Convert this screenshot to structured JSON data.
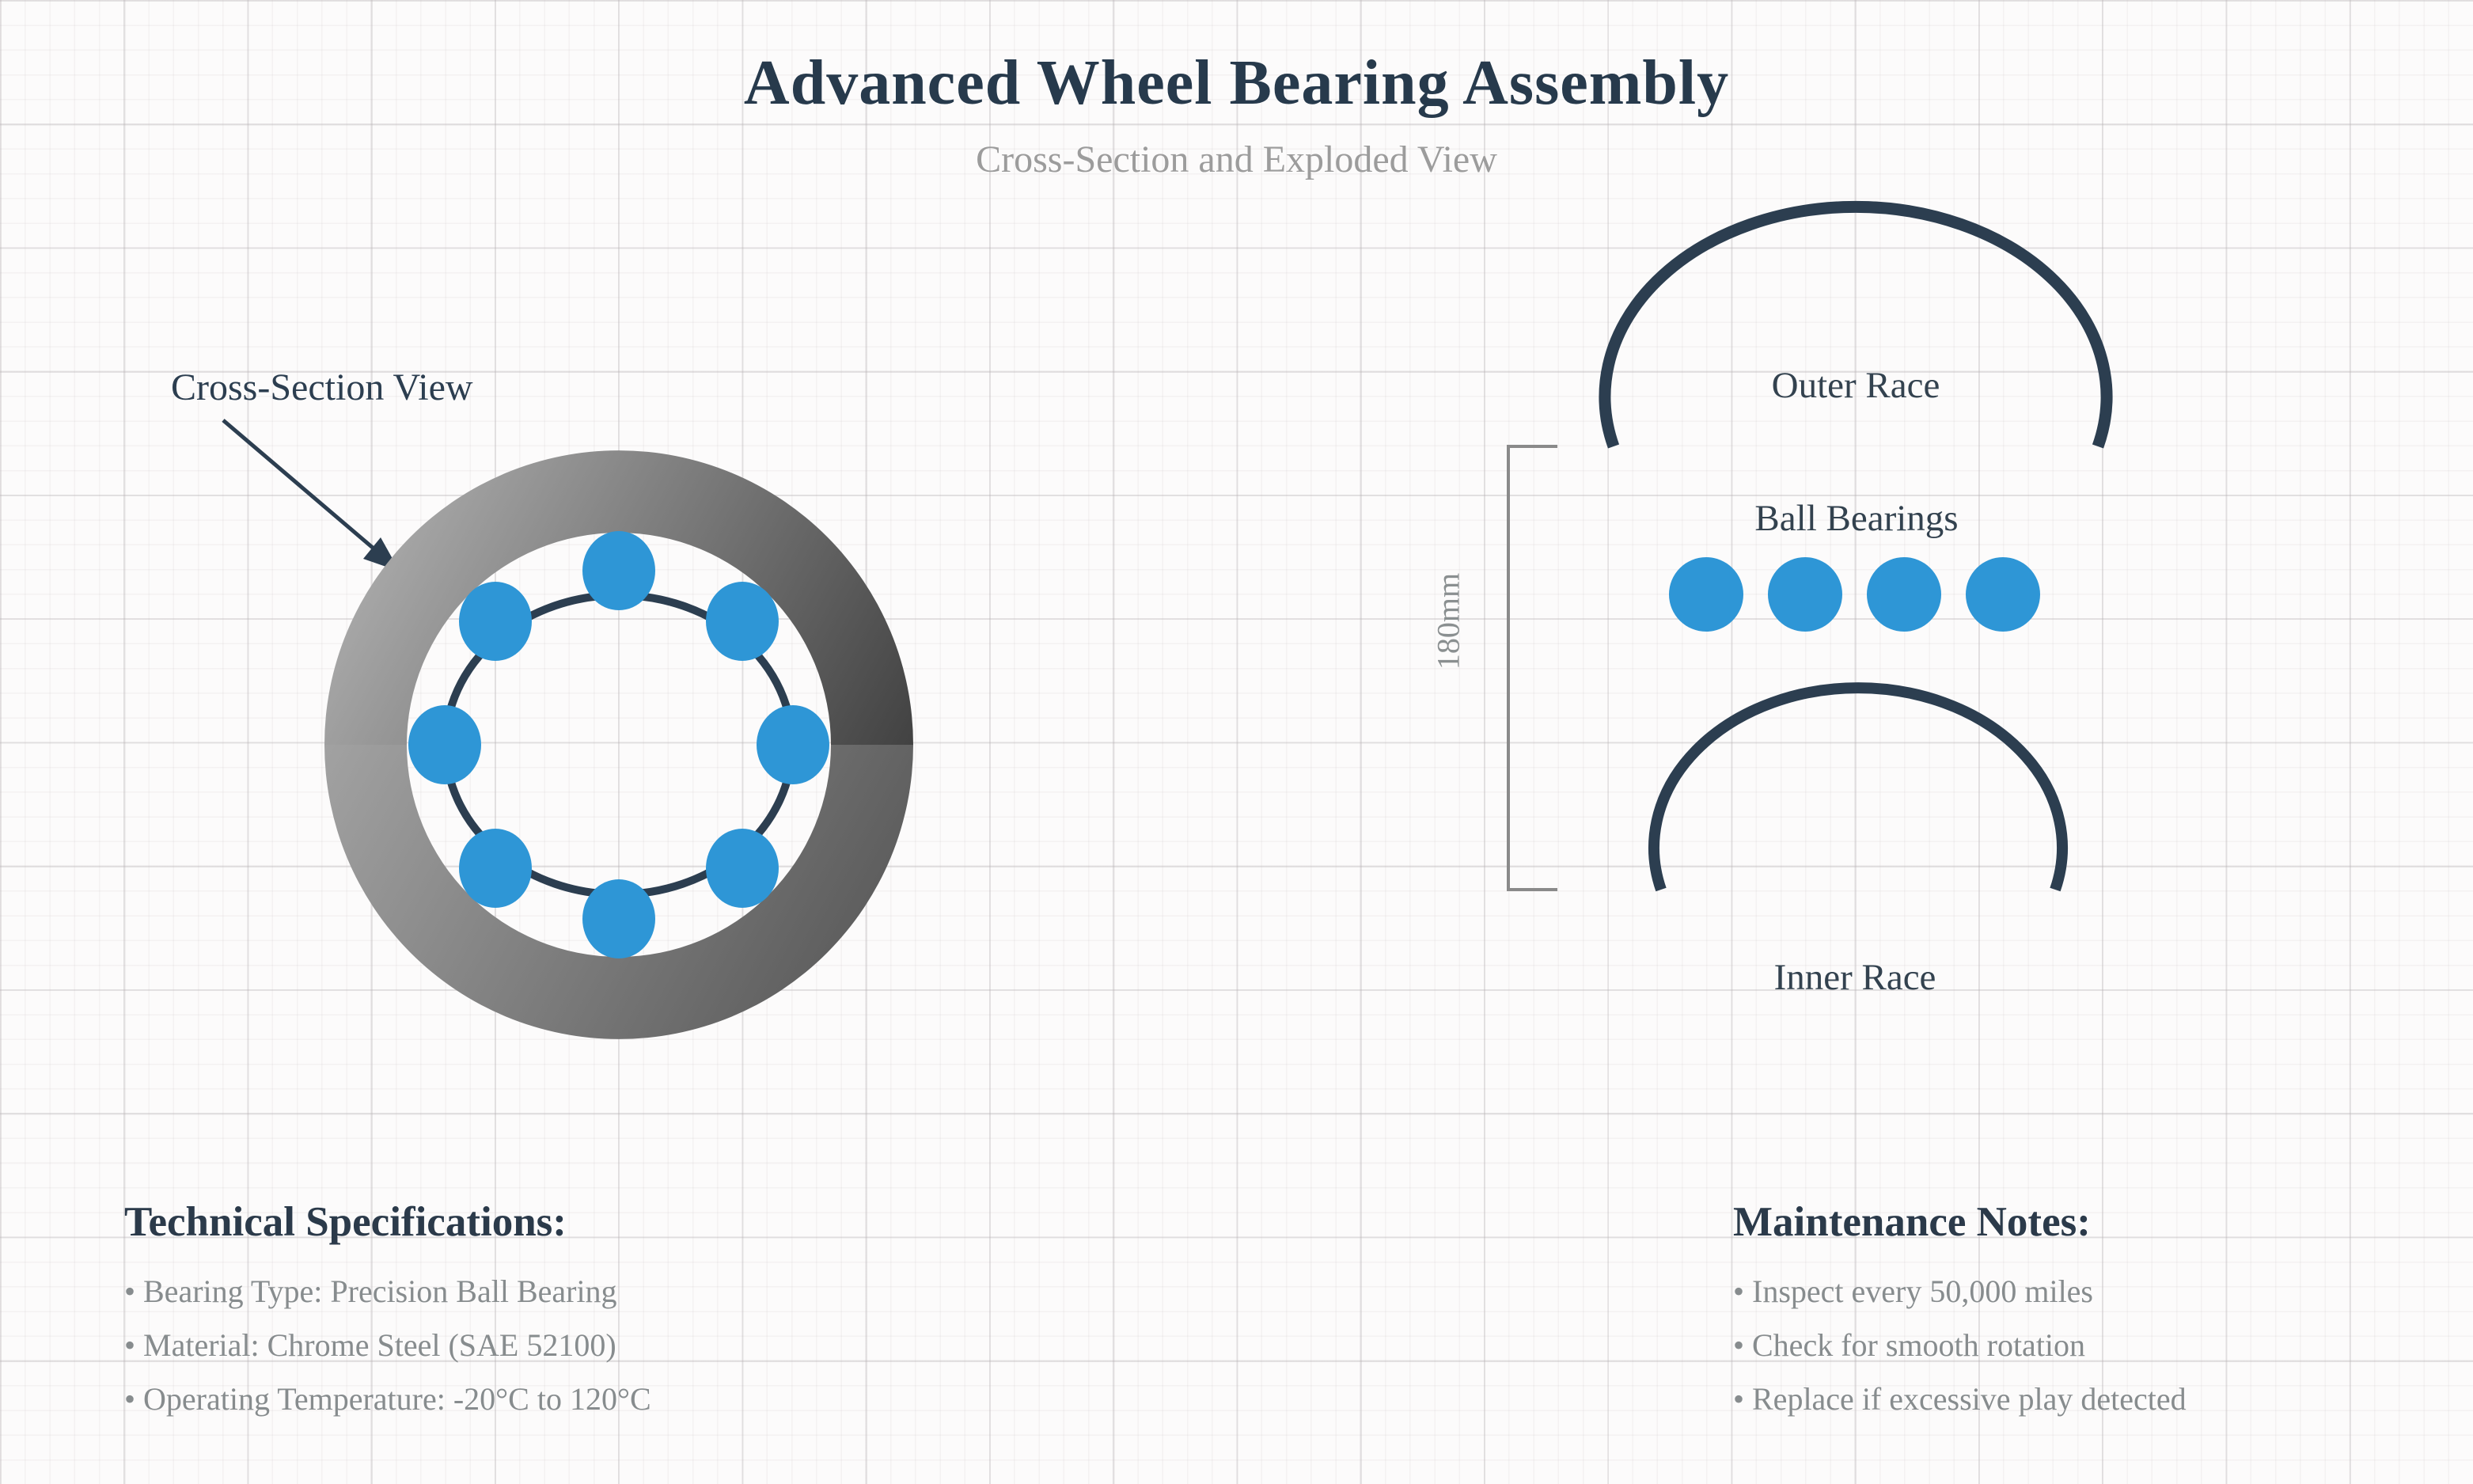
{
  "page": {
    "title": "Advanced Wheel Bearing Assembly",
    "subtitle": "Cross-Section and Exploded View"
  },
  "cross_section": {
    "label": "Cross-Section View",
    "ball_count": 8
  },
  "exploded_view": {
    "outer_race_label": "Outer Race",
    "ball_bearings_label": "Ball Bearings",
    "inner_race_label": "Inner Race",
    "dimension_label": "180mm",
    "ball_count": 4
  },
  "tech_specs": {
    "heading": "Technical Specifications:",
    "items": [
      "• Bearing Type: Precision Ball Bearing",
      "• Material: Chrome Steel (SAE 52100)",
      "• Operating Temperature: -20°C to 120°C"
    ]
  },
  "maintenance": {
    "heading": "Maintenance Notes:",
    "items": [
      "• Inspect every 50,000 miles",
      "• Check for smooth rotation",
      "• Replace if excessive play detected"
    ]
  },
  "colors": {
    "accent_blue": "#2e96d6",
    "dark_navy": "#2c3e50",
    "muted_gray": "#878c8e",
    "bracket_gray": "#8a8a8a",
    "ring_light": "#b4b4b4",
    "ring_dark": "#3d3d3d"
  }
}
